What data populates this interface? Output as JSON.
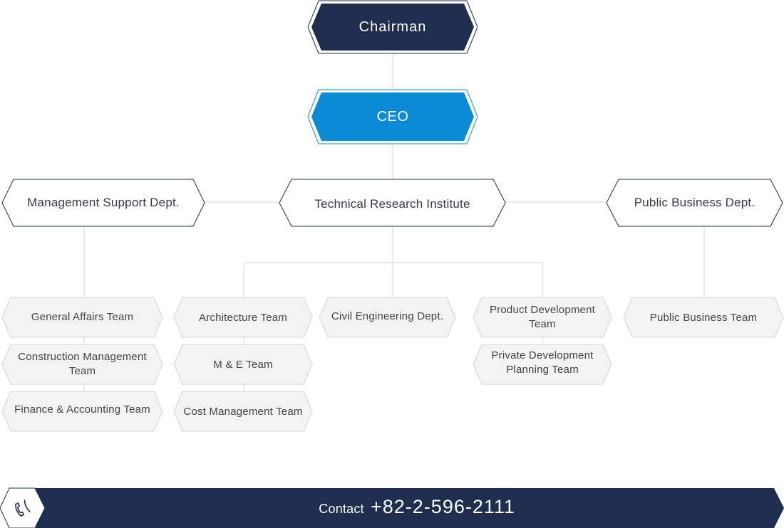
{
  "chart": {
    "chairman": "Chairman",
    "ceo": "CEO",
    "departments": {
      "management_support": "Management Support Dept.",
      "technical_research": "Technical Research Institute",
      "public_business": "Public Business Dept."
    },
    "teams": {
      "general_affairs": "General Affairs Team",
      "construction_management": "Construction Management\nTeam",
      "finance_accounting": "Finance & Accounting Team",
      "architecture": "Architecture Team",
      "me": "M & E Team",
      "cost_management": "Cost Management Team",
      "civil_engineering": "Civil Engineering Dept.",
      "product_development": "Product Development\nTeam",
      "private_development": "Private Development\nPlanning Team",
      "public_business_team": "Public Business Team"
    }
  },
  "contact": {
    "label": "Contact",
    "phone": "+82-2-596-2111",
    "icon": "phone-icon"
  },
  "colors": {
    "navy": "#1f2d4e",
    "blue": "#0b8ad6",
    "line": "#d6d6d6",
    "team_fill": "#f3f3f3",
    "team_stroke": "#d4d4d4"
  }
}
